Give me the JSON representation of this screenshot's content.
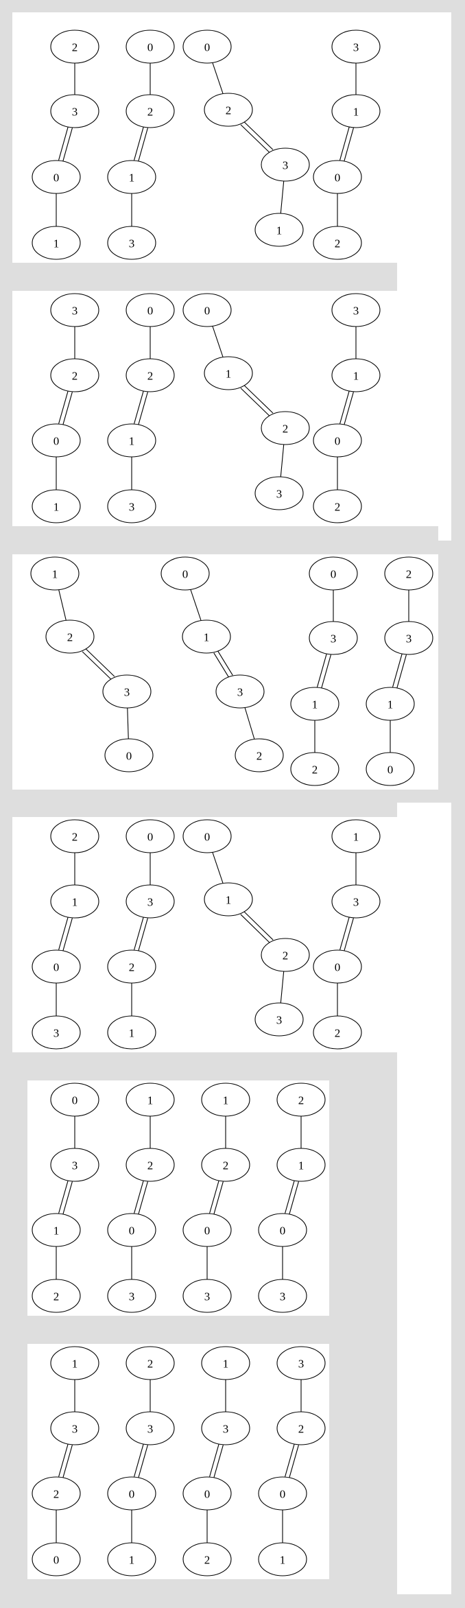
{
  "colors": {
    "background": "#dedede",
    "panel": "#ffffff",
    "stroke": "#000000"
  },
  "panels": [
    {
      "graphs": [
        {
          "nodes": [
            "2",
            "3",
            "0",
            "1"
          ],
          "edges": [
            [
              0,
              1,
              1
            ],
            [
              1,
              2,
              2
            ],
            [
              2,
              3,
              1
            ]
          ]
        },
        {
          "nodes": [
            "0",
            "2",
            "1",
            "3"
          ],
          "edges": [
            [
              0,
              1,
              1
            ],
            [
              1,
              2,
              2
            ],
            [
              2,
              3,
              1
            ]
          ]
        },
        {
          "nodes": [
            "0",
            "2",
            "3",
            "1"
          ],
          "edges": [
            [
              0,
              1,
              1
            ],
            [
              1,
              2,
              2
            ],
            [
              2,
              3,
              1
            ]
          ]
        },
        {
          "nodes": [
            "3",
            "1",
            "0",
            "2"
          ],
          "edges": [
            [
              0,
              1,
              1
            ],
            [
              1,
              2,
              2
            ],
            [
              2,
              3,
              1
            ]
          ]
        }
      ]
    },
    {
      "graphs": [
        {
          "nodes": [
            "3",
            "2",
            "0",
            "1"
          ],
          "edges": [
            [
              0,
              1,
              1
            ],
            [
              1,
              2,
              2
            ],
            [
              2,
              3,
              1
            ]
          ]
        },
        {
          "nodes": [
            "0",
            "2",
            "1",
            "3"
          ],
          "edges": [
            [
              0,
              1,
              1
            ],
            [
              1,
              2,
              2
            ],
            [
              2,
              3,
              1
            ]
          ]
        },
        {
          "nodes": [
            "0",
            "1",
            "2",
            "3"
          ],
          "edges": [
            [
              0,
              1,
              1
            ],
            [
              1,
              2,
              2
            ],
            [
              2,
              3,
              1
            ]
          ]
        },
        {
          "nodes": [
            "3",
            "1",
            "0",
            "2"
          ],
          "edges": [
            [
              0,
              1,
              1
            ],
            [
              1,
              2,
              2
            ],
            [
              2,
              3,
              1
            ]
          ]
        }
      ]
    },
    {
      "graphs": [
        {
          "nodes": [
            "1",
            "2",
            "3",
            "0"
          ],
          "edges": [
            [
              0,
              1,
              1
            ],
            [
              1,
              2,
              2
            ],
            [
              2,
              3,
              1
            ]
          ]
        },
        {
          "nodes": [
            "0",
            "1",
            "3",
            "2"
          ],
          "edges": [
            [
              0,
              1,
              1
            ],
            [
              1,
              2,
              2
            ],
            [
              2,
              3,
              1
            ]
          ]
        },
        {
          "nodes": [
            "0",
            "3",
            "1",
            "2"
          ],
          "edges": [
            [
              0,
              1,
              1
            ],
            [
              1,
              2,
              2
            ],
            [
              2,
              3,
              1
            ]
          ]
        },
        {
          "nodes": [
            "2",
            "3",
            "1",
            "0"
          ],
          "edges": [
            [
              0,
              1,
              1
            ],
            [
              1,
              2,
              2
            ],
            [
              2,
              3,
              1
            ]
          ]
        }
      ]
    },
    {
      "graphs": [
        {
          "nodes": [
            "2",
            "1",
            "0",
            "3"
          ],
          "edges": [
            [
              0,
              1,
              1
            ],
            [
              1,
              2,
              2
            ],
            [
              2,
              3,
              1
            ]
          ]
        },
        {
          "nodes": [
            "0",
            "3",
            "2",
            "1"
          ],
          "edges": [
            [
              0,
              1,
              1
            ],
            [
              1,
              2,
              2
            ],
            [
              2,
              3,
              1
            ]
          ]
        },
        {
          "nodes": [
            "0",
            "1",
            "2",
            "3"
          ],
          "edges": [
            [
              0,
              1,
              1
            ],
            [
              1,
              2,
              2
            ],
            [
              2,
              3,
              1
            ]
          ]
        },
        {
          "nodes": [
            "1",
            "3",
            "0",
            "2"
          ],
          "edges": [
            [
              0,
              1,
              1
            ],
            [
              1,
              2,
              2
            ],
            [
              2,
              3,
              1
            ]
          ]
        }
      ]
    },
    {
      "graphs": [
        {
          "nodes": [
            "0",
            "3",
            "1",
            "2"
          ],
          "edges": [
            [
              0,
              1,
              1
            ],
            [
              1,
              2,
              2
            ],
            [
              2,
              3,
              1
            ]
          ]
        },
        {
          "nodes": [
            "1",
            "2",
            "0",
            "3"
          ],
          "edges": [
            [
              0,
              1,
              1
            ],
            [
              1,
              2,
              2
            ],
            [
              2,
              3,
              1
            ]
          ]
        },
        {
          "nodes": [
            "1",
            "2",
            "0",
            "3"
          ],
          "edges": [
            [
              0,
              1,
              1
            ],
            [
              1,
              2,
              2
            ],
            [
              2,
              3,
              1
            ]
          ]
        },
        {
          "nodes": [
            "2",
            "1",
            "0",
            "3"
          ],
          "edges": [
            [
              0,
              1,
              1
            ],
            [
              1,
              2,
              2
            ],
            [
              2,
              3,
              1
            ]
          ]
        }
      ]
    },
    {
      "graphs": [
        {
          "nodes": [
            "1",
            "3",
            "2",
            "0"
          ],
          "edges": [
            [
              0,
              1,
              1
            ],
            [
              1,
              2,
              2
            ],
            [
              2,
              3,
              1
            ]
          ]
        },
        {
          "nodes": [
            "2",
            "3",
            "0",
            "1"
          ],
          "edges": [
            [
              0,
              1,
              1
            ],
            [
              1,
              2,
              2
            ],
            [
              2,
              3,
              1
            ]
          ]
        },
        {
          "nodes": [
            "1",
            "3",
            "0",
            "2"
          ],
          "edges": [
            [
              0,
              1,
              1
            ],
            [
              1,
              2,
              2
            ],
            [
              2,
              3,
              1
            ]
          ]
        },
        {
          "nodes": [
            "3",
            "2",
            "0",
            "1"
          ],
          "edges": [
            [
              0,
              1,
              1
            ],
            [
              1,
              2,
              2
            ],
            [
              2,
              3,
              1
            ]
          ]
        }
      ]
    }
  ]
}
